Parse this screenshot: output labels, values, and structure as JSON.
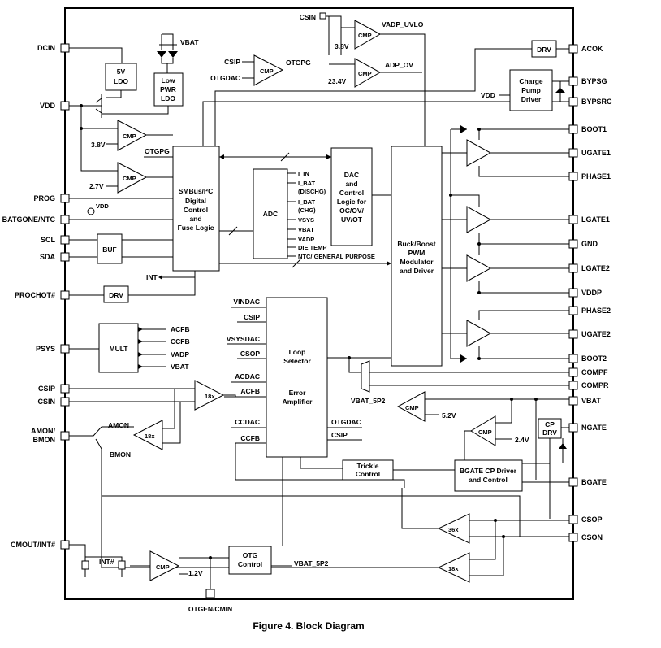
{
  "caption": "Figure 4. Block Diagram",
  "pins_left": [
    {
      "id": "dcin",
      "label": "DCIN"
    },
    {
      "id": "vdd",
      "label": "VDD"
    },
    {
      "id": "prog",
      "label": "PROG"
    },
    {
      "id": "batgone",
      "label": "BATGONE/NTC"
    },
    {
      "id": "scl",
      "label": "SCL"
    },
    {
      "id": "sda",
      "label": "SDA"
    },
    {
      "id": "prochot",
      "label": "PROCHOT#"
    },
    {
      "id": "psys",
      "label": "PSYS"
    },
    {
      "id": "csip",
      "label": "CSIP"
    },
    {
      "id": "csin",
      "label": "CSIN"
    },
    {
      "id": "amon1",
      "label": "AMON/"
    },
    {
      "id": "amon2",
      "label": "BMON"
    },
    {
      "id": "cmout",
      "label": "CMOUT/INT#"
    }
  ],
  "pins_right": [
    {
      "id": "acok",
      "label": "ACOK"
    },
    {
      "id": "bypsg",
      "label": "BYPSG"
    },
    {
      "id": "bypsrc",
      "label": "BYPSRC"
    },
    {
      "id": "boot1",
      "label": "BOOT1"
    },
    {
      "id": "ugate1",
      "label": "UGATE1"
    },
    {
      "id": "phase1",
      "label": "PHASE1"
    },
    {
      "id": "lgate1",
      "label": "LGATE1"
    },
    {
      "id": "gnd",
      "label": "GND"
    },
    {
      "id": "lgate2",
      "label": "LGATE2"
    },
    {
      "id": "vddp",
      "label": "VDDP"
    },
    {
      "id": "phase2",
      "label": "PHASE2"
    },
    {
      "id": "ugate2",
      "label": "UGATE2"
    },
    {
      "id": "boot2",
      "label": "BOOT2"
    },
    {
      "id": "compf",
      "label": "COMPF"
    },
    {
      "id": "compr",
      "label": "COMPR"
    },
    {
      "id": "vbat",
      "label": "VBAT"
    },
    {
      "id": "ngate",
      "label": "NGATE"
    },
    {
      "id": "bgate",
      "label": "BGATE"
    },
    {
      "id": "csop",
      "label": "CSOP"
    },
    {
      "id": "cson",
      "label": "CSON"
    }
  ],
  "pin_bottom": "OTGEN/CMIN",
  "pin_top": "CSIN",
  "blocks": {
    "ldo5v": [
      "5V",
      "LDO"
    ],
    "lowpwr": [
      "Low",
      "PWR",
      "LDO"
    ],
    "smbus": [
      "SMBus/I²C",
      "Digital",
      "Control",
      "and",
      "Fuse Logic"
    ],
    "adc": "ADC",
    "dac": [
      "DAC",
      "and",
      "Control",
      "Logic for",
      "OC/OV/",
      "UV/OT"
    ],
    "buck": [
      "Buck/Boost",
      "PWM",
      "Modulator",
      "and Driver"
    ],
    "buf": "BUF",
    "drv_prochot": "DRV",
    "drv_acok": "DRV",
    "charge_pump": [
      "Charge",
      "Pump",
      "Driver"
    ],
    "mult": "MULT",
    "loop": [
      "Loop",
      "Selector"
    ],
    "error": [
      "Error",
      "Amplifier"
    ],
    "trickle": [
      "Trickle",
      "Control"
    ],
    "bgate_cp": [
      "BGATE CP Driver",
      "and Control"
    ],
    "otg": [
      "OTG",
      "Control"
    ],
    "cp_drv": [
      "CP",
      "DRV"
    ]
  },
  "labels": {
    "vbat_top": "VBAT",
    "vadp_uvlo": "VADP_UVLO",
    "adp_ov": "ADP_OV",
    "v38_top": "3.8V",
    "v234": "23.4V",
    "csip_otg": "CSIP",
    "otgdac": "OTGDAC",
    "otgpg_out": "OTGPG",
    "vdd_cp": "VDD",
    "v38_mid": "3.8V",
    "v27": "2.7V",
    "otgpg_in": "OTGPG",
    "vdd_batgone": "VDD",
    "int_out": "INT",
    "adc_list": [
      "I_IN",
      "I_BAT",
      "(DISCHG)",
      "I_BAT",
      "(CHG)",
      "VSYS",
      "VBAT",
      "VADP",
      "DIE TEMP",
      "NTC/ GENERAL PURPOSE"
    ],
    "mult_in": [
      "ACFB",
      "CCFB",
      "VADP",
      "VBAT"
    ],
    "loop_in": [
      "VINDAC",
      "CSIP",
      "VSYSDAC",
      "CSOP",
      "ACDAC",
      "ACFB",
      "CCDAC",
      "CCFB"
    ],
    "otgdac_r": "OTGDAC",
    "csip_r": "CSIP",
    "vbat_5p2": "VBAT_5P2",
    "v52": "5.2V",
    "v24": "2.4V",
    "amon": "AMON",
    "bmon": "BMON",
    "gain18_csip": "18x",
    "gain18_amon": "18x",
    "gain36": "36x",
    "gain18_cson": "18x",
    "int_hash": "INT#",
    "v12": "1.2V",
    "vbat_5p2_otg": "VBAT_5P2",
    "cmp": "CMP"
  }
}
